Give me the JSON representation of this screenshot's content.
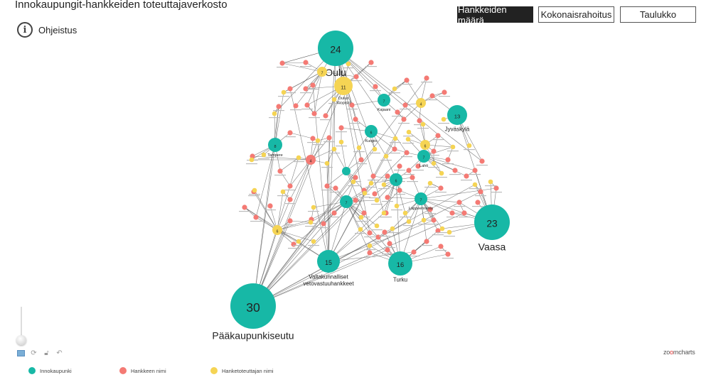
{
  "header": {
    "title": "Innokaupungit-hankkeiden toteuttajaverkosto",
    "help_label": "Ohjeistus",
    "help_icon": "info-icon"
  },
  "view_buttons": [
    {
      "label": "Hankkeiden määrä",
      "active": true
    },
    {
      "label": "Kokonaisrahoitus",
      "active": false
    },
    {
      "label": "Taulukko",
      "active": false
    }
  ],
  "colors": {
    "innokaupunki": "#17b8a6",
    "hanke": "#f47a74",
    "toteuttaja": "#f5d454",
    "edge": "#555555"
  },
  "nodes": [
    {
      "label": "Oulu",
      "value": "24",
      "type": "innokaupunki",
      "big_label": true
    },
    {
      "label": "Pääkaupunkiseutu",
      "value": "30",
      "type": "innokaupunki",
      "big_label": true
    },
    {
      "label": "Vaasa",
      "value": "23",
      "type": "innokaupunki",
      "big_label": true
    },
    {
      "label": "Jyväskylä",
      "value": "13",
      "type": "innokaupunki"
    },
    {
      "label": "Turku",
      "value": "16",
      "type": "innokaupunki"
    },
    {
      "label": "Valtakunnalliset vetovastuuhankkeet",
      "value": "15",
      "type": "innokaupunki"
    },
    {
      "label": "Tampere",
      "value": "8",
      "type": "innokaupunki"
    },
    {
      "label": "Kuopio",
      "value": "6",
      "type": "innokaupunki"
    },
    {
      "label": "Lahti",
      "value": "7",
      "type": "innokaupunki"
    },
    {
      "label": "Kajaani",
      "value": "7",
      "type": "innokaupunki"
    },
    {
      "label": "Lappeenranta",
      "value": "7",
      "type": "innokaupunki"
    },
    {
      "label": "",
      "value": "6",
      "type": "innokaupunki"
    },
    {
      "label": "",
      "value": "7",
      "type": "innokaupunki"
    },
    {
      "label": "",
      "value": "",
      "type": "innokaupunki"
    },
    {
      "label": "Oulun Yliopisto",
      "value": "11",
      "type": "toteuttaja"
    },
    {
      "label": "",
      "value": "7",
      "type": "toteuttaja"
    },
    {
      "label": "",
      "value": "4",
      "type": "toteuttaja"
    },
    {
      "label": "",
      "value": "6",
      "type": "toteuttaja"
    },
    {
      "label": "",
      "value": "6",
      "type": "toteuttaja"
    },
    {
      "label": "",
      "value": "4",
      "type": "hanke"
    }
  ],
  "controls": {
    "zoom_slider_level": 0,
    "tool_icons": [
      "fullscreen-icon",
      "refresh-icon",
      "unlock-icon",
      "undo-icon"
    ]
  },
  "legend": [
    {
      "label": "Innokaupunki",
      "type": "innokaupunki"
    },
    {
      "label": "Hankkeen nimi",
      "type": "hanke"
    },
    {
      "label": "Hanketoteuttajan nimi",
      "type": "toteuttaja"
    }
  ],
  "branding": {
    "logo": "zoomcharts"
  }
}
